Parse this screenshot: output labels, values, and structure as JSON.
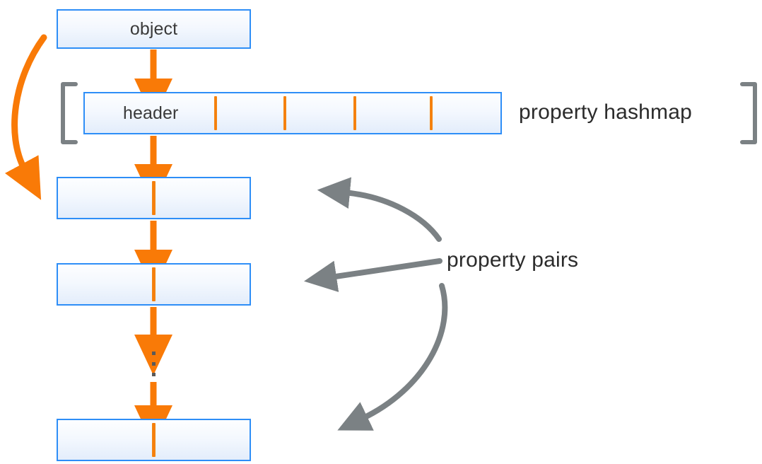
{
  "diagram": {
    "title": "JavaScript object property hashmap layout",
    "colors": {
      "box_border": "#2e8ef7",
      "box_fill_top": "#fdfeff",
      "box_fill_bottom": "#e3edfb",
      "orange_accent": "#f97a07",
      "gray_accent": "#7b8184",
      "text": "#2b2b2b",
      "background": "#ffffff"
    },
    "nodes": {
      "object_box": {
        "label": "object"
      },
      "header_box": {
        "label": "header"
      },
      "pair_box_1": {
        "label": ""
      },
      "pair_box_2": {
        "label": ""
      },
      "pair_box_3": {
        "label": ""
      }
    },
    "annotations": {
      "hashmap_label": "property hashmap",
      "pairs_label": "property pairs"
    },
    "icons": {
      "down_arrow": "arrow-down-icon",
      "curved_arrow": "curved-arrow-icon",
      "bracket_left": "bracket-left-icon",
      "bracket_right": "bracket-right-icon",
      "ellipsis": "vertical-ellipsis-icon",
      "pointer_arrow": "pointer-arrow-icon"
    },
    "counts": {
      "header_slot_ticks": 4,
      "property_pair_boxes": 3,
      "ellipsis_dots": 3,
      "pointer_arrows": 3
    }
  }
}
